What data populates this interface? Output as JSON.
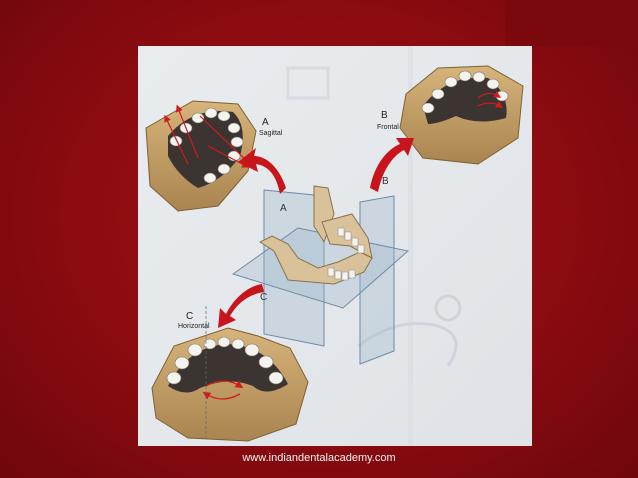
{
  "figure": {
    "views": [
      {
        "letter": "A",
        "plane": "Sagittal"
      },
      {
        "letter": "B",
        "plane": "Frontal"
      },
      {
        "letter": "C",
        "plane": "Horizontal"
      }
    ],
    "arrow_labels": [
      "A",
      "B",
      "C"
    ]
  },
  "footer": {
    "url": "www.indiandentalacademy.com"
  },
  "colors": {
    "background": "#8e0c10",
    "arrow": "#c8151b",
    "cast": "#c9a56e"
  }
}
